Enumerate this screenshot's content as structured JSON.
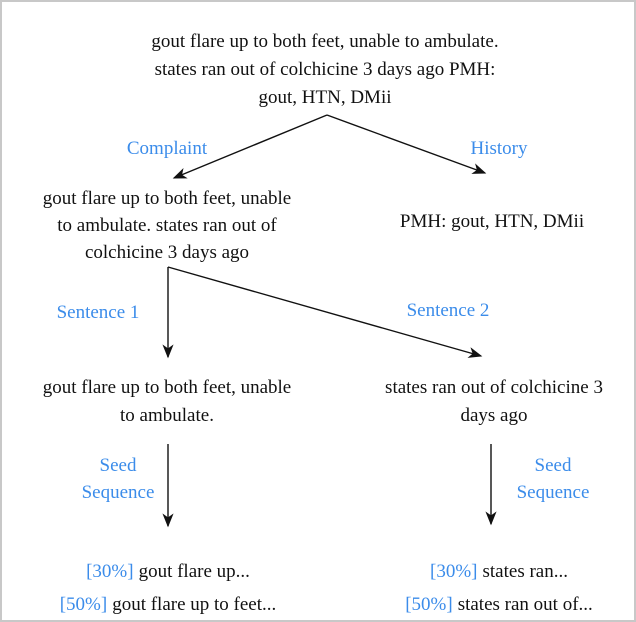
{
  "figure": {
    "root": {
      "lines": [
        "gout flare up to both feet, unable to ambulate.",
        "states ran out of colchicine 3 days ago PMH:",
        "gout, HTN, DMii"
      ]
    },
    "labels": {
      "complaint": "Complaint",
      "history": "History",
      "sentence1": "Sentence 1",
      "sentence2": "Sentence 2",
      "seed_left": {
        "line1": "Seed",
        "line2": "Sequence"
      },
      "seed_right": {
        "line1": "Seed",
        "line2": "Sequence"
      }
    },
    "complaint_node": {
      "lines": [
        "gout flare up to both feet, unable",
        "to ambulate. states ran out of",
        "colchicine 3 days ago"
      ]
    },
    "history_node": {
      "text": "PMH: gout, HTN, DMii"
    },
    "sentence1_node": {
      "lines": [
        "gout flare up to both feet, unable",
        "to ambulate."
      ]
    },
    "sentence2_node": {
      "lines": [
        "states ran out of colchicine 3",
        "days ago"
      ]
    },
    "seed_outputs_left": [
      {
        "pct": "[30%]",
        "text": "gout flare up..."
      },
      {
        "pct": "[50%]",
        "text": "gout flare up to feet..."
      }
    ],
    "seed_outputs_right": [
      {
        "pct": "[30%]",
        "text": "states ran..."
      },
      {
        "pct": "[50%]",
        "text": "states ran out of..."
      }
    ],
    "colors": {
      "label_blue": "#3b8cea",
      "text_black": "#111111",
      "arrow": "#111111",
      "border_gray": "#c8c8c8"
    }
  }
}
